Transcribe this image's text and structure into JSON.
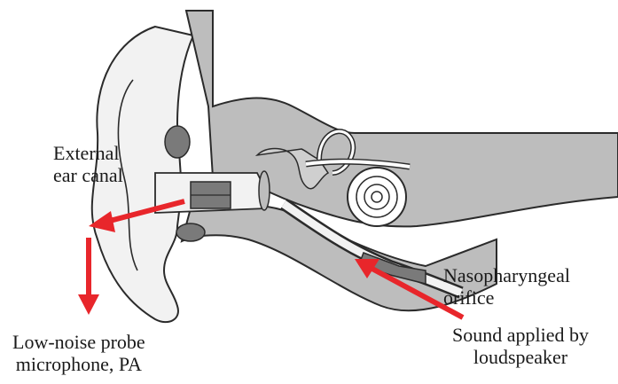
{
  "labels": {
    "external_canal": [
      "External",
      "ear canal"
    ],
    "microphone": [
      "Low-noise probe",
      "microphone, PA"
    ],
    "nasopharyngeal": [
      "Nasopharyngeal",
      "orifice"
    ],
    "sound": [
      "Sound applied by",
      "loudspeaker"
    ]
  },
  "colors": {
    "arrow": "#e8262b",
    "tissue_gray": "#bdbdbd",
    "dark_gray": "#7a7a7a",
    "outline": "#2b2b2b",
    "light_fill": "#f2f2f2"
  }
}
